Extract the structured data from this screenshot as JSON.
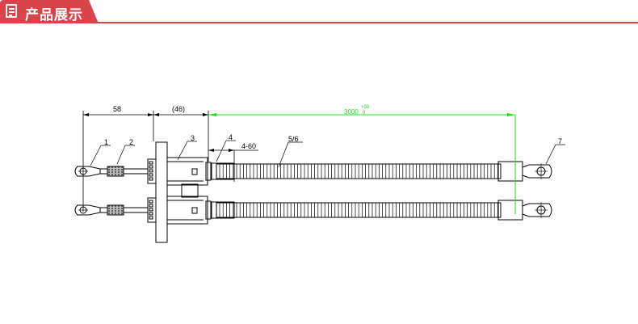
{
  "header": {
    "title": "产品展示",
    "icon": "document-icon",
    "accent": "#d9434a"
  },
  "drawing": {
    "dim_left": "58",
    "dim_middle": "(46)",
    "dim_cable": "3000",
    "dim_cable_tol_upper": "+30",
    "dim_cable_tol_lower": "0",
    "dim_sleeve": "4-60",
    "callouts": [
      "1",
      "2",
      "3",
      "4",
      "5/6",
      "7"
    ],
    "dim_color": "#22dd22"
  }
}
